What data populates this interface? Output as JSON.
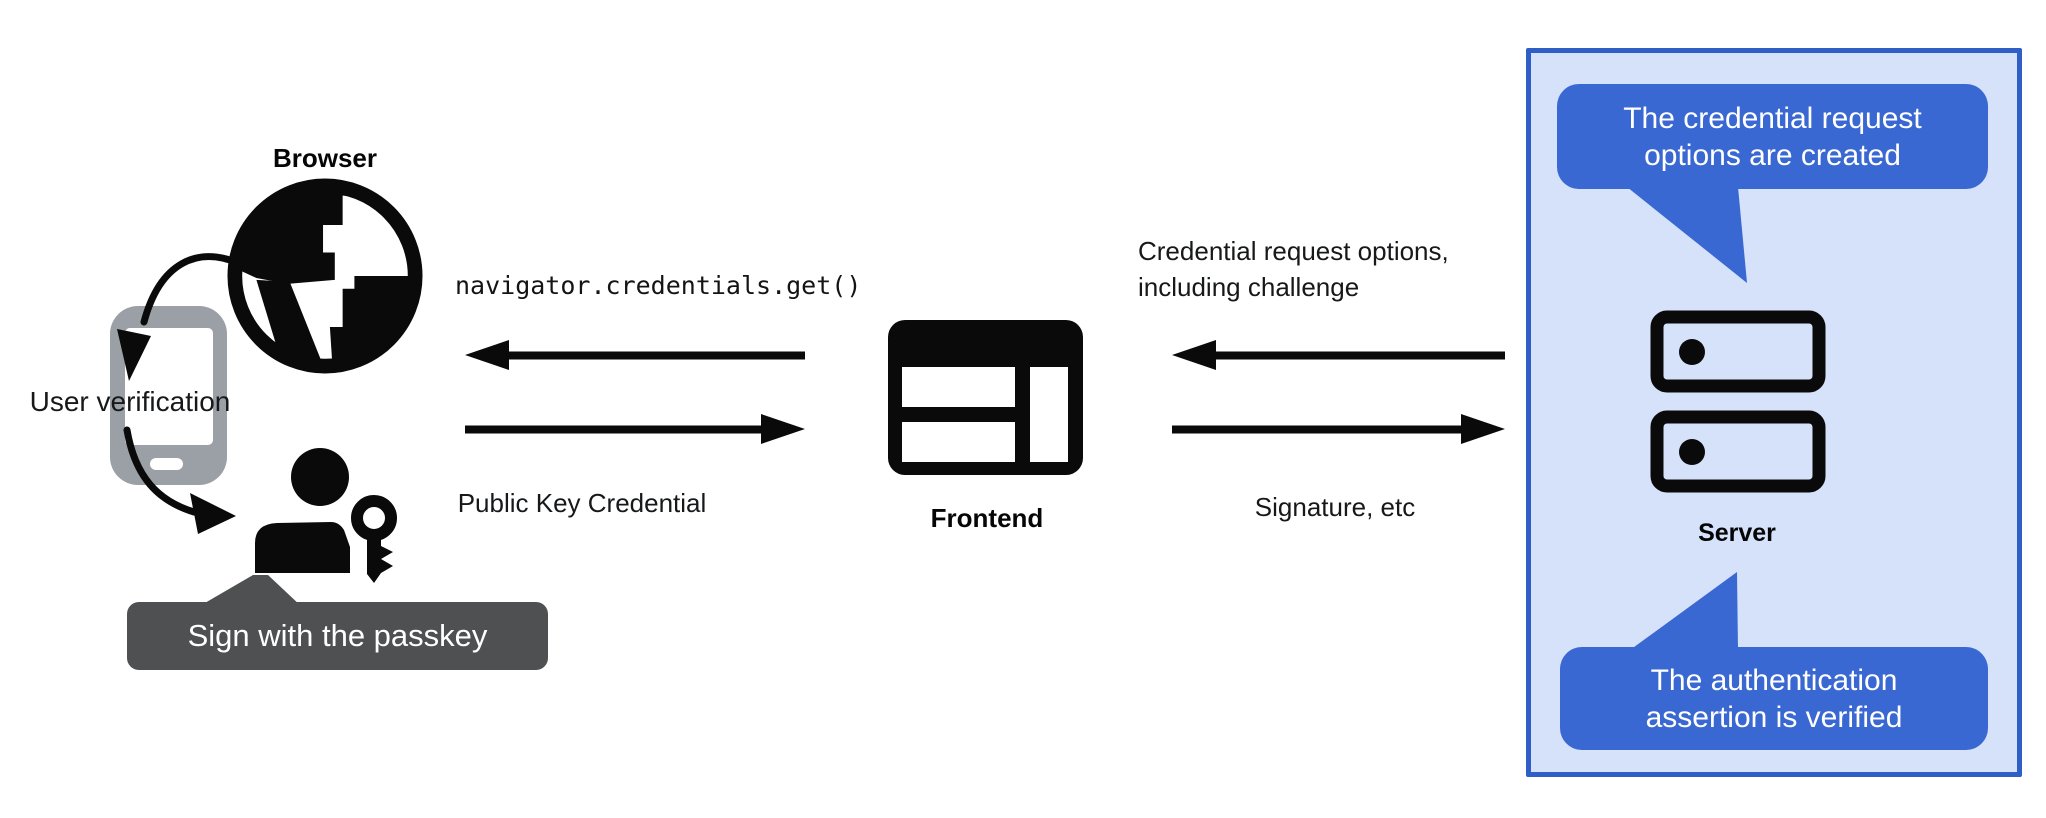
{
  "diagram": {
    "nodes": {
      "browser": {
        "label": "Browser"
      },
      "frontend": {
        "label": "Frontend"
      },
      "server": {
        "label": "Server"
      }
    },
    "left_flow": {
      "user_verification": "User verification",
      "passkey_bubble": "Sign with the passkey"
    },
    "messages": {
      "get_call": "navigator.credentials.get()",
      "public_key_credential": "Public Key Credential",
      "cro_line1": "Credential request options,",
      "cro_line2": "including challenge",
      "signature": "Signature, etc"
    },
    "callouts": {
      "top": {
        "line1": "The credential request",
        "line2": "options are created"
      },
      "bottom": {
        "line1": "The authentication",
        "line2": "assertion is verified"
      }
    },
    "colors": {
      "callout_blue": "#3a68d2",
      "panel_background": "#d6e2fa",
      "panel_border": "#2e5ec6",
      "dark_bubble_gray": "#4f5052",
      "phone_gray": "#9aa0a6",
      "ink_black": "#0a0a0a"
    }
  }
}
